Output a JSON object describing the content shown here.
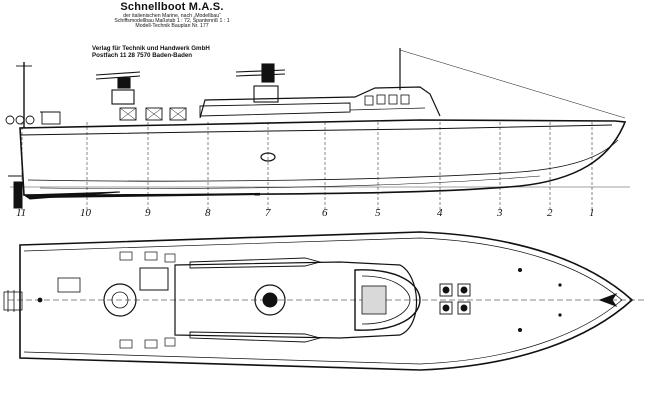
{
  "title": {
    "main": "Schnellboot M.A.S.",
    "sub": [
      "der italienischen Marine, nach „Modellbau“",
      "Schiffsmodellbau Maßstab 1 : 72, Spantenriß 1 : 1",
      "Modell-Technik Bauplan Nr. 177"
    ]
  },
  "publisher": {
    "lines": [
      "Verlag für Technik und Handwerk GmbH",
      "Postfach 11 28   7570 Baden-Baden"
    ]
  },
  "stations": [
    "11",
    "10",
    "9",
    "8",
    "7",
    "6",
    "5",
    "4",
    "3",
    "2",
    "1"
  ],
  "colors": {
    "ink": "#111111",
    "paper": "#ffffff",
    "shade": "#d9d9d9"
  }
}
